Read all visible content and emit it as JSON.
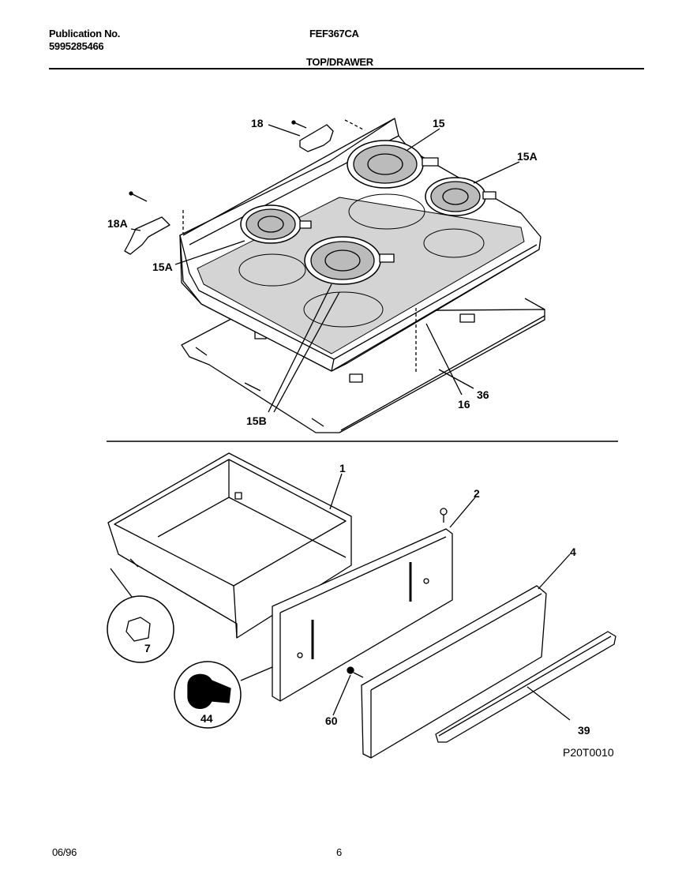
{
  "header": {
    "publication_label": "Publication No.",
    "publication_number": "5995285466",
    "model": "FEF367CA",
    "section_title": "TOP/DRAWER"
  },
  "callouts": {
    "c18": "18",
    "c18a": "18A",
    "c15": "15",
    "c15a_top": "15A",
    "c15a_left": "15A",
    "c15b": "15B",
    "c16": "16",
    "c36": "36",
    "c1": "1",
    "c2": "2",
    "c4": "4",
    "c7": "7",
    "c44": "44",
    "c60": "60",
    "c39": "39"
  },
  "diagram_code": "P20T0010",
  "footer": {
    "date": "06/96",
    "page": "6"
  }
}
